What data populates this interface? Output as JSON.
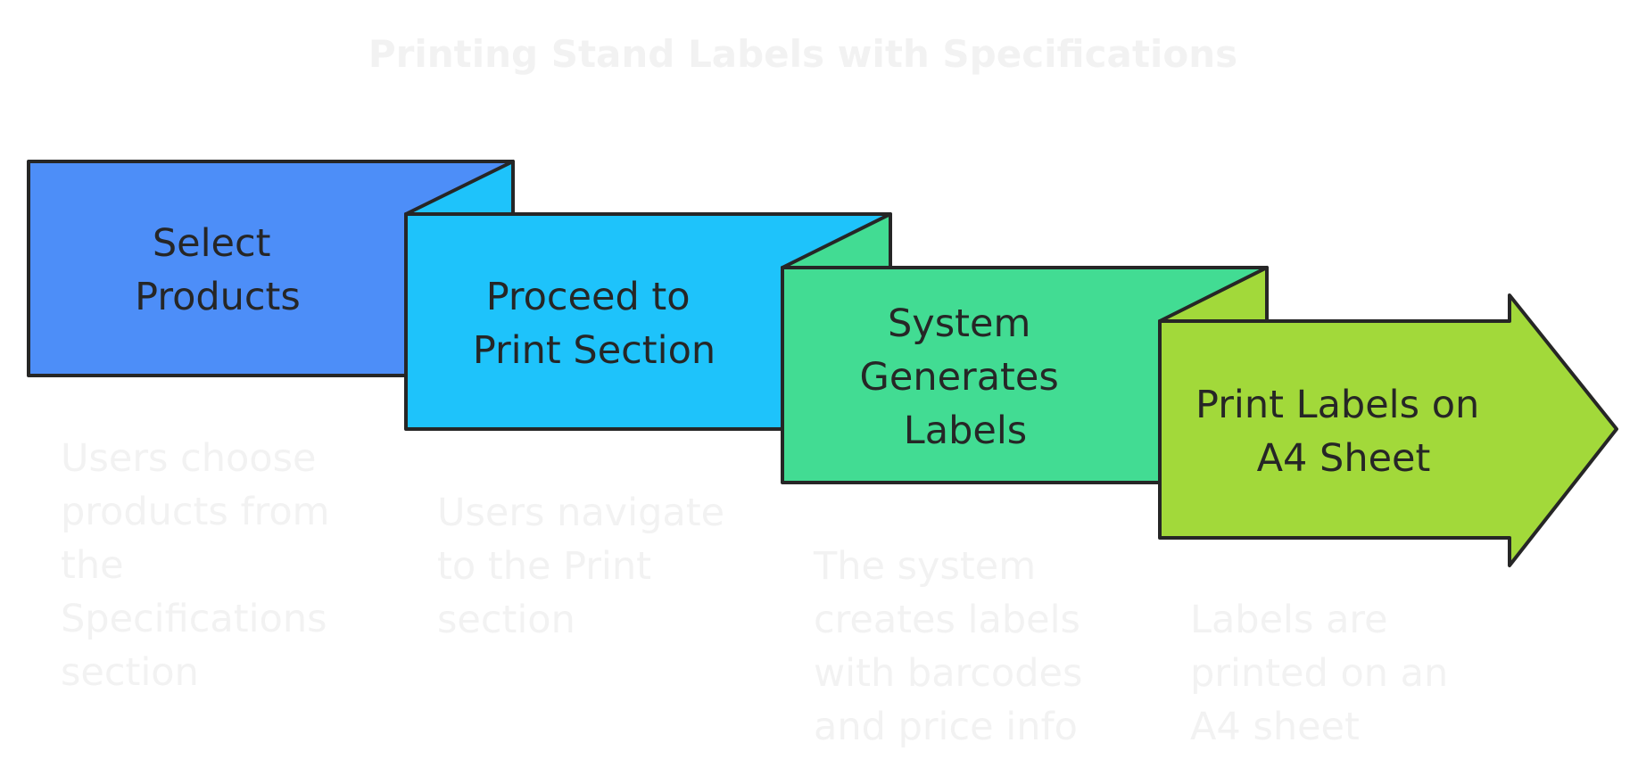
{
  "title": "Printing Stand Labels with Specifications",
  "colors": {
    "step1": "#4d8ef8",
    "step2": "#1ec3fb",
    "step3": "#42dc93",
    "step4": "#a2d93a",
    "stroke": "#262626",
    "text": "#262626",
    "faint_text": "#f2f2f2"
  },
  "steps": [
    {
      "label_lines": [
        "Select",
        "Products"
      ],
      "description_lines": [
        "Users choose",
        "products from",
        "the",
        "Specifications",
        "section"
      ]
    },
    {
      "label_lines": [
        "Proceed to",
        "Print Section"
      ],
      "description_lines": [
        "Users navigate",
        "to the Print",
        "section"
      ]
    },
    {
      "label_lines": [
        "System",
        "Generates",
        "Labels"
      ],
      "description_lines": [
        "The system",
        "creates labels",
        "with barcodes",
        "and price info"
      ]
    },
    {
      "label_lines": [
        "Print Labels on",
        "A4 Sheet"
      ],
      "description_lines": [
        "Labels are",
        "printed on an",
        "A4 sheet"
      ]
    }
  ]
}
